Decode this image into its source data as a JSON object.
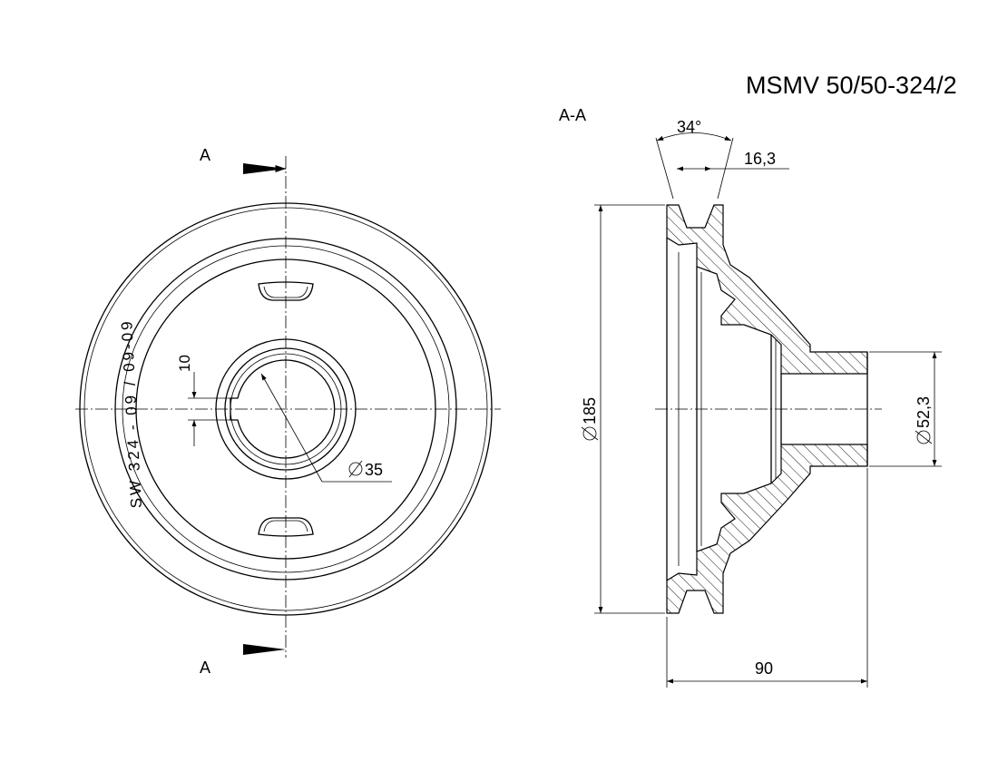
{
  "drawing": {
    "title": "MSMV 50/50-324/2",
    "section_label": "A-A",
    "section_arrow_top_label": "A",
    "section_arrow_bottom_label": "A",
    "casting_mark": "SW 324 - 09 / 09-09",
    "dimensions": {
      "groove_angle": "34°",
      "groove_width": "16,3",
      "outer_diameter": "185",
      "hub_diameter": "52,3",
      "bore_diameter": "35",
      "keyway_width": "10",
      "overall_width": "90"
    }
  }
}
